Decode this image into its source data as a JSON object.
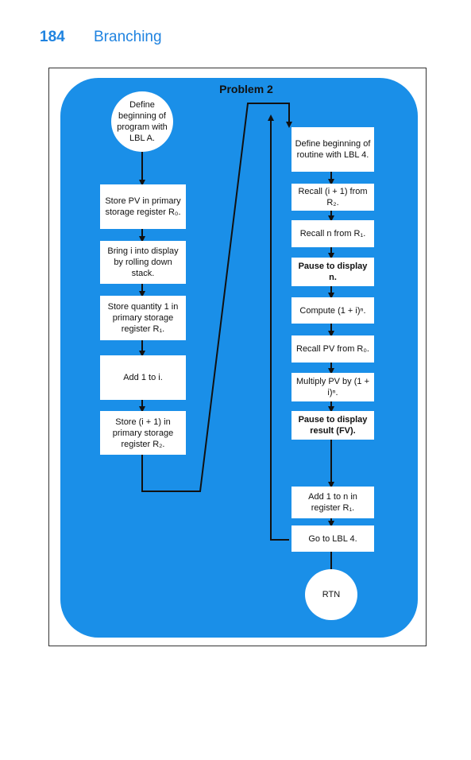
{
  "header": {
    "page_number": "184",
    "section_title": "Branching"
  },
  "diagram": {
    "title": "Problem 2",
    "left_column": {
      "start": "Define beginning of program with LBL A.",
      "steps": [
        "Store PV in primary storage register R₀.",
        "Bring i into display by rolling down stack.",
        "Store quantity 1 in primary storage register R₁.",
        "Add 1 to i.",
        "Store (i + 1) in primary storage register R₂."
      ]
    },
    "right_column": {
      "steps": [
        "Define beginning of routine with LBL 4.",
        "Recall (i + 1) from R₂.",
        "Recall n from R₁.",
        "Pause to display n.",
        "Compute (1 + i)ⁿ.",
        "Recall PV from R₀.",
        "Multiply PV by (1 + i)ⁿ.",
        "Pause to display result (FV).",
        "Add 1 to n in register R₁.",
        "Go to LBL 4."
      ],
      "end": "RTN"
    },
    "colors": {
      "panel": "#1a8fe8",
      "header_text": "#1f83e0",
      "connector": "#111111",
      "box": "#ffffff"
    }
  }
}
